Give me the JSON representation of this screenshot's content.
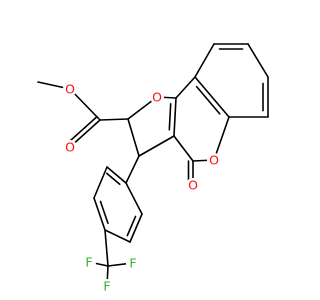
{
  "molecule": {
    "colors": {
      "bond": "#000000",
      "oxygen": "#ff0d0d",
      "fluorine": "#2fb52f"
    },
    "atoms": [
      {
        "id": "O_me",
        "symbol": "O",
        "element": "oxygen"
      },
      {
        "id": "O_co",
        "symbol": "O",
        "element": "oxygen"
      },
      {
        "id": "O_fur",
        "symbol": "O",
        "element": "oxygen"
      },
      {
        "id": "O_lac",
        "symbol": "O",
        "element": "oxygen"
      },
      {
        "id": "O_kt",
        "symbol": "O",
        "element": "oxygen"
      },
      {
        "id": "F1",
        "symbol": "F",
        "element": "fluorine"
      },
      {
        "id": "F2",
        "symbol": "F",
        "element": "fluorine"
      },
      {
        "id": "F3",
        "symbol": "F",
        "element": "fluorine"
      }
    ]
  }
}
